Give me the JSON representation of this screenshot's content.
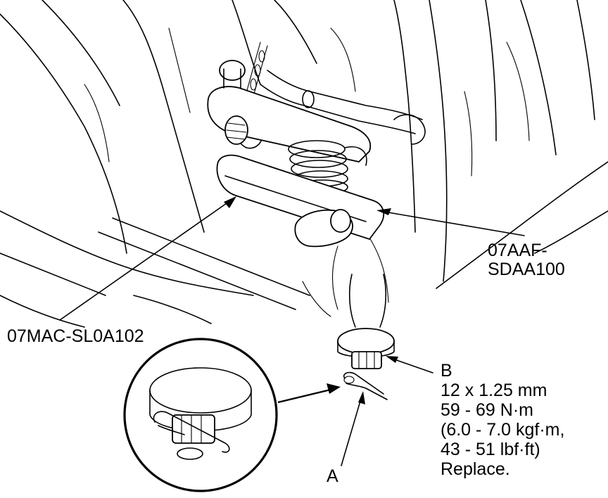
{
  "callouts": {
    "tool_upper_line1": "07AAF-",
    "tool_upper_line2": "SDAA100",
    "tool_lower": "07MAC-SL0A102",
    "item_a": "A",
    "item_b": "B",
    "spec_thread": "12 x 1.25 mm",
    "spec_torque_nm": "59 - 69 N·m",
    "spec_torque_kgf": "(6.0 - 7.0 kgf·m,",
    "spec_torque_lbf": "43 - 51 lbf·ft)",
    "spec_note": "Replace."
  }
}
